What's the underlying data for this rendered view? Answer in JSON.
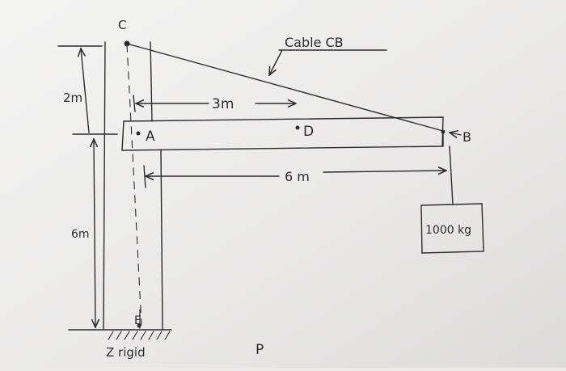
{
  "labels": {
    "point_c": "C",
    "cable": "Cable CB",
    "dim_2m": "2m",
    "dim_3m": "3m",
    "point_a": "A",
    "point_d": "D",
    "point_b": "B",
    "dim_6m_horizontal": "6 m",
    "dim_6m_vertical": "6m",
    "mass": "1000 kg",
    "point_e": "E",
    "support": "Z rigid",
    "point_p": "P"
  },
  "colors": {
    "paper": "#ecebea",
    "ink": "#2b2b30"
  }
}
